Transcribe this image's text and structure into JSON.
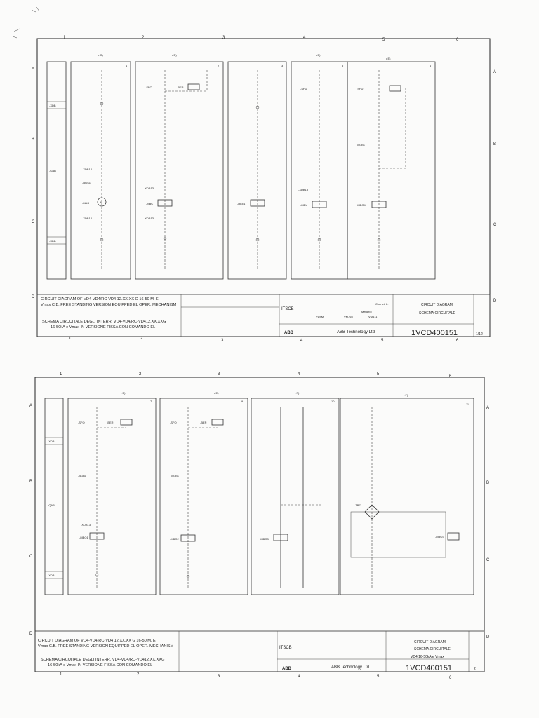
{
  "sheets": [
    {
      "columns": [
        "1",
        "2",
        "3",
        "4",
        "5",
        "6"
      ],
      "rows": [
        "A",
        "B",
        "C",
        "D"
      ],
      "title_en": "CIRCUIT DIAGRAM  OF VD4-VD4/RC-VD4 12.XX.XX G 16-50 M. E",
      "title_en2": "Vmax C.B. FREE STANDING VERSION EQUIPPED EL OPER. MECHANISM",
      "title_it": "SCHEMA CIRCUITALE DEGLI INTERR. VD4-VD4/RC-VD412.XX.XXG",
      "title_it2": "16-50kA e Vmax IN VERSIONE FISSA CON  COMANDO EL",
      "doc_type_en": "CIRCUIT DIAGRAM",
      "doc_type_it": "SCHEMA CIRCUITALE",
      "responsible": "ITSCB",
      "approver": "Chenet, L.",
      "checker": "Megardi",
      "company": "ABB Technology Ltd",
      "doc_no": "1VCD400151",
      "sheet": "1/12",
      "code1": "VD4M",
      "code2": "VM765",
      "code3": "VM411",
      "panels": [
        {
          "num": "1",
          "label": "• C)"
        },
        {
          "num": "2",
          "label": "• D)"
        },
        {
          "num": "3",
          "label": ""
        },
        {
          "num": "5",
          "label": "• E)"
        },
        {
          "num": "6",
          "label": "• E)"
        }
      ],
      "side_labels": [
        "-XDB",
        "-QAB",
        "-XDB"
      ],
      "components": [
        "-XDB12",
        "-BGS1",
        "-MAS",
        "-XDB13",
        "-SFC",
        "-BER",
        "-MBC",
        "-XDB13",
        "-RLE1",
        "-SFD",
        "-XDB13",
        "-MBU",
        "-BGB1",
        "-MBO4"
      ]
    },
    {
      "columns": [
        "1",
        "2",
        "3",
        "4",
        "5",
        "6"
      ],
      "rows": [
        "A",
        "B",
        "C",
        "D"
      ],
      "title_en": "CIRCUIT DIAGRAM OF VD4-VD4/RC-VD4 12.XX.XX G 16-50 M. E",
      "title_en2": "Vmax C.B. FREE STANDING VERSION EQUIPPED EL OPER. MECHANISM",
      "title_it": "SCHEMA CIRCUITALE DEGLI INTERR. VD4-VD4/RC-VD412.XX.XXG",
      "title_it2": "16-50kA e Vmax IN VERSIONE FISSA CON  COMANDO EL",
      "doc_type_en": "CIRCUIT DIAGRAM",
      "doc_type_it": "SCHEMA CIRCUITALE",
      "subtitle": "VD4  16-50kA e Vmax",
      "responsible": "ITSCB",
      "company": "ABB Technology Ltd",
      "doc_no": "1VCD400151",
      "sheet": "2",
      "panels": [
        {
          "num": "7",
          "label": "• E)"
        },
        {
          "num": "9",
          "label": "• E)"
        },
        {
          "num": "10",
          "label": "• F)"
        },
        {
          "num": "11",
          "label": "• F)"
        }
      ],
      "side_labels": [
        "-XDB",
        "-QAB",
        "-XDB"
      ],
      "components": [
        "-SFO",
        "-BER",
        "-BGB1",
        "-XDB13",
        "-MBO1",
        "-MBO2",
        "-MBO3",
        "-TB7",
        "-MBO3"
      ]
    }
  ]
}
